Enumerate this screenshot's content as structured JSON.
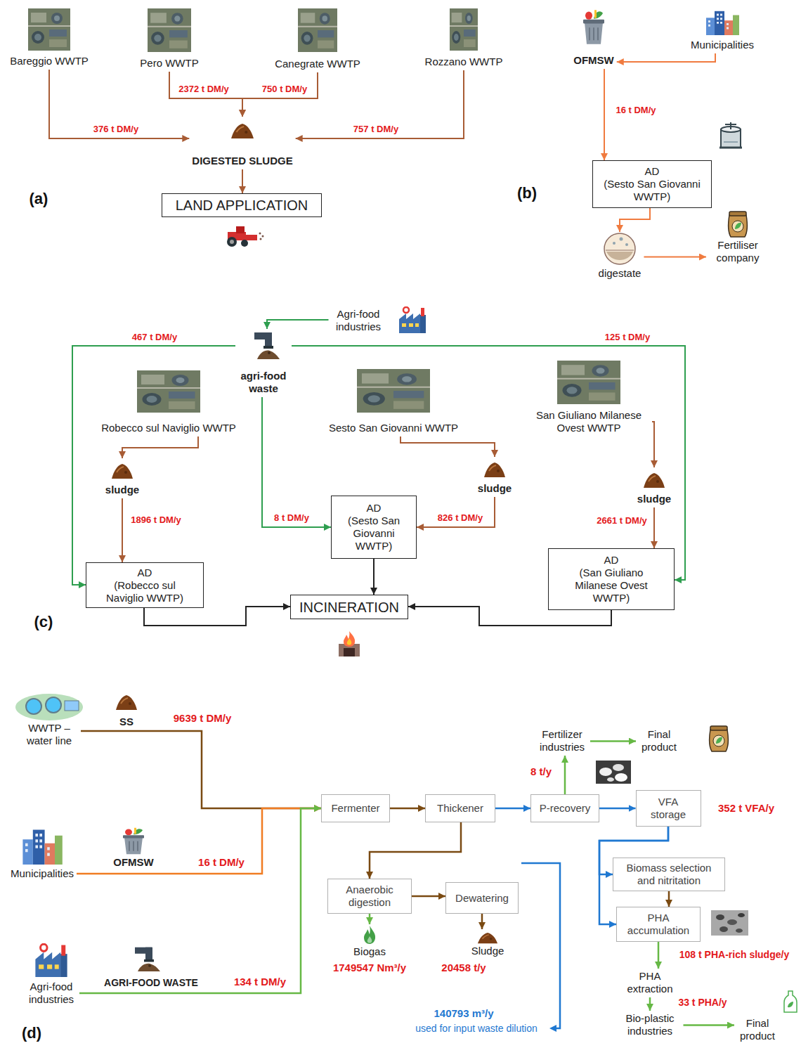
{
  "diagram": {
    "nodes": [
      {
        "text": [
          "Bareggio WWTP"
        ]
      },
      {
        "text": [
          "Pero WWTP"
        ]
      },
      {
        "text": [
          "Canegrate WWTP"
        ]
      },
      {
        "text": [
          "Rozzano WWTP"
        ]
      },
      {
        "text": [
          "DIGESTED SLUDGE"
        ]
      },
      {
        "text": [
          "LAND APPLICATION"
        ]
      },
      {
        "text": [
          "OFMSW"
        ]
      },
      {
        "text": [
          "Municipalities"
        ]
      },
      {
        "text": [
          "AD",
          "(Sesto San Giovanni WWTP)"
        ]
      },
      {
        "text": [
          "digestate"
        ]
      },
      {
        "text": [
          "Fertiliser company"
        ]
      },
      {
        "text": [
          "Agri-food industries"
        ]
      },
      {
        "text": [
          "agri-food waste"
        ]
      },
      {
        "text": [
          "Robecco sul Naviglio WWTP"
        ]
      },
      {
        "text": [
          "Sesto San Giovanni WWTP"
        ]
      },
      {
        "text": [
          "San Giuliano Milanese Ovest WWTP"
        ]
      },
      {
        "text": [
          "sludge"
        ]
      },
      {
        "text": [
          "sludge"
        ]
      },
      {
        "text": [
          "sludge"
        ]
      },
      {
        "text": [
          "AD",
          "(Robecco sul Naviglio WWTP)"
        ]
      },
      {
        "text": [
          "AD",
          "(Sesto San Giovanni WWTP)"
        ]
      },
      {
        "text": [
          "AD",
          "(San Giuliano Milanese Ovest WWTP)"
        ]
      },
      {
        "text": [
          "INCINERATION"
        ]
      },
      {
        "text": [
          "WWTP – water line"
        ]
      },
      {
        "text": [
          "Municipalities"
        ]
      },
      {
        "text": [
          "Agri-food industries"
        ]
      },
      {
        "text": [
          "Fermenter"
        ]
      },
      {
        "text": [
          "Thickener"
        ]
      },
      {
        "text": [
          "P-recovery"
        ]
      },
      {
        "text": [
          "VFA storage"
        ]
      },
      {
        "text": [
          "Fertilizer industries"
        ]
      },
      {
        "text": [
          "Final product"
        ]
      },
      {
        "text": [
          "Anaerobic digestion"
        ]
      },
      {
        "text": [
          "Dewatering"
        ]
      },
      {
        "text": [
          "Biogas"
        ]
      },
      {
        "text": [
          "Sludge"
        ]
      },
      {
        "text": [
          "Biomass selection and nitritation"
        ]
      },
      {
        "text": [
          "PHA accumulation"
        ]
      },
      {
        "text": [
          "PHA extraction"
        ]
      },
      {
        "text": [
          "Bio-plastic industries"
        ]
      },
      {
        "text": [
          "Final product"
        ]
      }
    ],
    "edges": [
      {
        "from": 0,
        "to": 4,
        "arrow": "to",
        "label": "376 t DM/y"
      },
      {
        "from": 1,
        "to": 4,
        "arrow": "to",
        "label": "2372 t DM/y"
      },
      {
        "from": 2,
        "to": 4,
        "arrow": "to",
        "label": "750 t DM/y"
      },
      {
        "from": 3,
        "to": 4,
        "arrow": "to",
        "label": "757 t DM/y"
      },
      {
        "from": 4,
        "to": 5,
        "arrow": "to"
      },
      {
        "from": 7,
        "to": 6,
        "arrow": "to"
      },
      {
        "from": 6,
        "to": 8,
        "arrow": "to",
        "label": "16 t DM/y"
      },
      {
        "from": 8,
        "to": 9,
        "arrow": "to"
      },
      {
        "from": 9,
        "to": 10,
        "arrow": "to"
      },
      {
        "from": 11,
        "to": 12,
        "arrow": "to"
      },
      {
        "from": 12,
        "to": 19,
        "arrow": "to",
        "label": "467 t DM/y"
      },
      {
        "from": 12,
        "to": 20,
        "arrow": "to",
        "label": "8 t DM/y"
      },
      {
        "from": 12,
        "to": 21,
        "arrow": "to",
        "label": "125 t DM/y"
      },
      {
        "from": 13,
        "to": 16,
        "arrow": "to"
      },
      {
        "from": 16,
        "to": 19,
        "arrow": "to",
        "label": "1896 t DM/y"
      },
      {
        "from": 14,
        "to": 17,
        "arrow": "to"
      },
      {
        "from": 17,
        "to": 20,
        "arrow": "to",
        "label": "826 t DM/y"
      },
      {
        "from": 15,
        "to": 18,
        "arrow": "to"
      },
      {
        "from": 18,
        "to": 21,
        "arrow": "to",
        "label": "2661 t DM/y"
      },
      {
        "from": 19,
        "to": 22,
        "arrow": "to"
      },
      {
        "from": 20,
        "to": 22,
        "arrow": "to"
      },
      {
        "from": 21,
        "to": 22,
        "arrow": "to"
      },
      {
        "from": 23,
        "to": 26,
        "arrow": "to",
        "label": "9639 t DM/y"
      },
      {
        "from": 24,
        "to": 26,
        "arrow": "to",
        "label": "16 t DM/y"
      },
      {
        "from": 25,
        "to": 26,
        "arrow": "to",
        "label": "134 t DM/y"
      },
      {
        "from": 26,
        "to": 27,
        "arrow": "to"
      },
      {
        "from": 27,
        "to": 28,
        "arrow": "to"
      },
      {
        "from": 28,
        "to": 29,
        "arrow": "to"
      },
      {
        "from": 28,
        "to": 30,
        "arrow": "to",
        "label": "8 t/y"
      },
      {
        "from": 30,
        "to": 31,
        "arrow": "to"
      },
      {
        "from": 27,
        "to": 32,
        "arrow": "to"
      },
      {
        "from": 32,
        "to": 33,
        "arrow": "to"
      },
      {
        "from": 32,
        "to": 34,
        "arrow": "to"
      },
      {
        "from": 33,
        "to": 35,
        "arrow": "to"
      },
      {
        "from": 29,
        "to": 36,
        "arrow": "to"
      },
      {
        "from": 29,
        "to": 37,
        "arrow": "to"
      },
      {
        "from": 36,
        "to": 37,
        "arrow": "to"
      },
      {
        "from": 37,
        "to": 38,
        "arrow": "to",
        "label": "108 t PHA-rich sludge/y"
      },
      {
        "from": 38,
        "to": 39,
        "arrow": "to",
        "label": "33 t PHA/y"
      },
      {
        "from": 39,
        "to": 40,
        "arrow": "to"
      }
    ],
    "labels": [
      "(a)",
      "(b)",
      "(c)",
      "(d)",
      "SS",
      "OFMSW",
      "AGRI-FOOD WASTE",
      "352 t VFA/y",
      "1749547 Nm³/y",
      "20458 t/y",
      "140793 m³/y",
      "used for input waste dilution"
    ]
  }
}
